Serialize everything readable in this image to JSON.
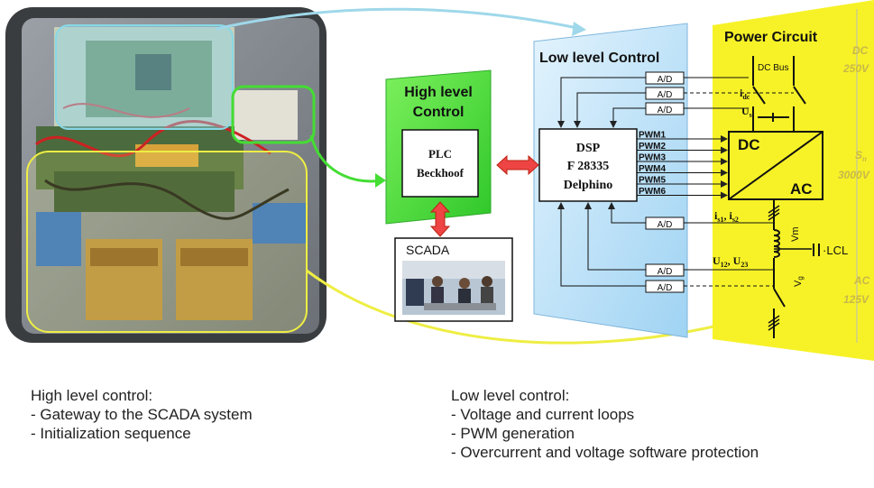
{
  "high_level": {
    "title_line1": "High level",
    "title_line2": "Control",
    "plc_line1": "PLC",
    "plc_line2": "Beckhoof"
  },
  "scada": {
    "label": "SCADA"
  },
  "low_level": {
    "title": "Low level Control",
    "dsp_line1": "DSP",
    "dsp_line2": "F 28335",
    "dsp_line3": "Delphino",
    "pwm": [
      "PWM1",
      "PWM2",
      "PWM3",
      "PWM4",
      "PWM5",
      "PWM6"
    ],
    "ad_label": "A/D"
  },
  "power": {
    "title": "Power Circuit",
    "dc_bus": "DC Bus",
    "idc": "i",
    "idc_sub": "dc",
    "us": "U",
    "us_sub": "s",
    "conv_dc": "DC",
    "conv_ac": "AC",
    "is_text": "i",
    "is1_sub": "s1",
    "is2_sub": "s2",
    "u_text": "U",
    "u12_sub": "12",
    "u23_sub": "23",
    "vm": "Vm",
    "vg": "V",
    "vg_sub": "g",
    "lcl": "LCL"
  },
  "ratings": {
    "dc_a": "DC",
    "dc_b": "250V",
    "sn": "S",
    "sn_sub": "n",
    "sn_val": "3000V",
    "ac_a": "AC",
    "ac_b": "125V"
  },
  "captions": {
    "left_title": "High level control:",
    "left_items": [
      "- Gateway to the SCADA system",
      "- Initialization sequence"
    ],
    "right_title": "Low level control:",
    "right_items": [
      "- Voltage and current loops",
      "- PWM generation",
      "- Overcurrent and voltage software protection"
    ]
  },
  "colors": {
    "high_panel": "#44dd33",
    "low_panel": "#c9e6fb",
    "power_panel": "#f7f227",
    "arrow_red": "#ee4444",
    "yellow_outline": "#eeee44",
    "cyan_outline": "#88d8e6",
    "green_outline": "#44dd33"
  }
}
